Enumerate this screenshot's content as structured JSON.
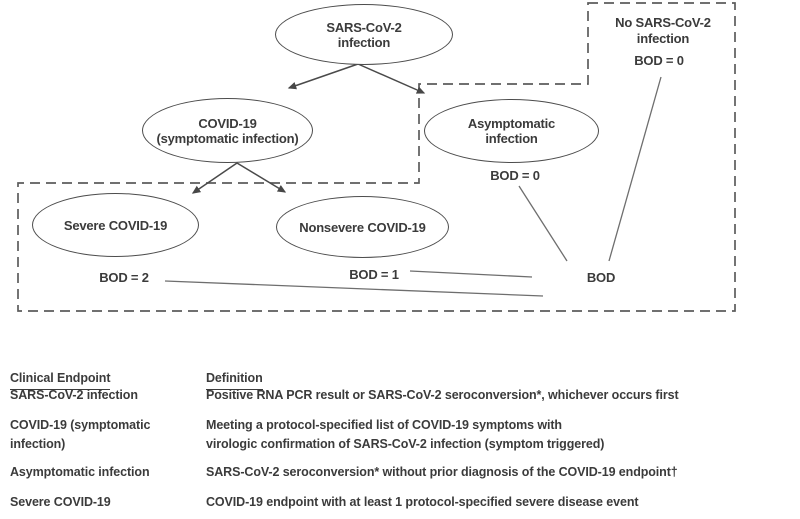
{
  "colors": {
    "text": "#3b3b3b",
    "ellipse_stroke": "#4d4d4d",
    "dashed_stroke": "#5c5c5c",
    "connector_stroke": "#6e6e6e",
    "arrow_stroke": "#4a4a4a",
    "background": "#ffffff"
  },
  "diagram": {
    "nodes": {
      "sars_infection": "SARS-CoV-2\ninfection",
      "covid19_symptomatic": "COVID-19\n(symptomatic infection)",
      "asymptomatic": "Asymptomatic\ninfection",
      "severe": "Severe COVID-19",
      "nonsevere": "Nonsevere COVID-19",
      "no_infection": "No SARS-CoV-2\ninfection"
    },
    "bod_labels": {
      "no_infection": "BOD = 0",
      "asymptomatic": "BOD = 0",
      "severe": "BOD = 2",
      "nonsevere": "BOD = 1",
      "sink": "BOD"
    }
  },
  "table": {
    "headers": [
      "Clinical Endpoint",
      "Definition"
    ],
    "rows": [
      {
        "endpoint": "SARS-CoV-2 infection",
        "definition": "Positive RNA PCR result or SARS-CoV-2 seroconversion*, whichever occurs first"
      },
      {
        "endpoint": "COVID-19 (symptomatic\ninfection)",
        "definition": "Meeting a protocol-specified list of COVID-19 symptoms with\nvirologic confirmation of SARS-CoV-2 infection (symptom triggered)"
      },
      {
        "endpoint": "Asymptomatic infection",
        "definition": "SARS-CoV-2 seroconversion* without prior diagnosis of the COVID-19 endpoint†"
      },
      {
        "endpoint": "Severe COVID-19",
        "definition": "COVID-19 endpoint with at least 1 protocol-specified severe disease event"
      }
    ]
  }
}
